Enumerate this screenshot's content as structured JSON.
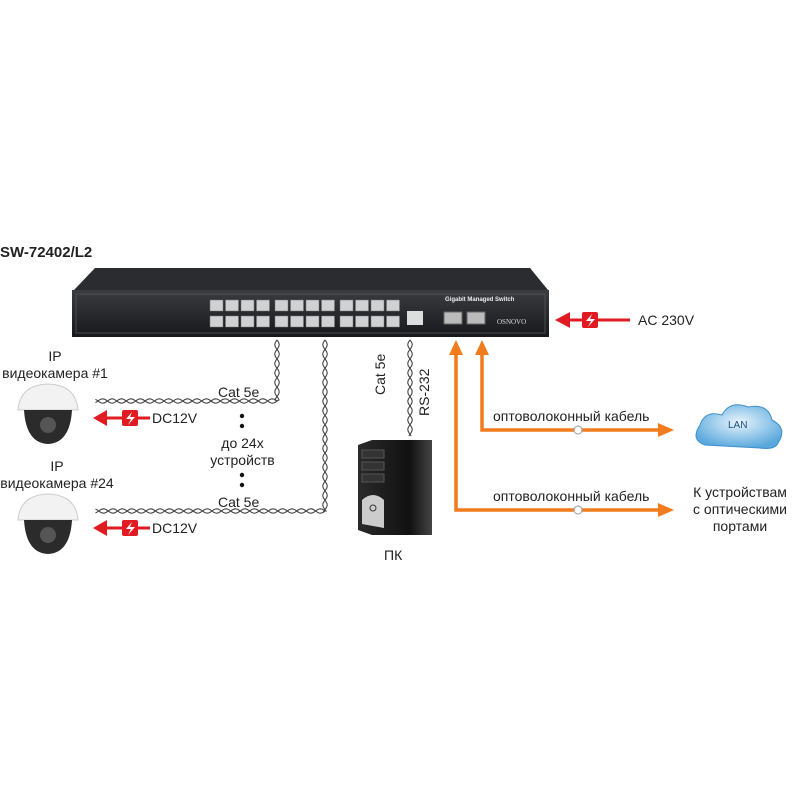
{
  "title": "SW-72402/L2",
  "switch": {
    "label": "Gigabit Managed Switch",
    "brand": "OSNOVO"
  },
  "power": {
    "ac": "AC 230V",
    "dc1": "DC12V",
    "dc2": "DC12V"
  },
  "camera1": {
    "line1": "IP",
    "line2": "видеокамера #1"
  },
  "camera24": {
    "line1": "IP",
    "line2": "видеокамера #24"
  },
  "cable1": "Cat 5e",
  "cable2": "Cat 5e",
  "count": {
    "line1": "до 24х",
    "line2": "устройств"
  },
  "pc": {
    "label": "ПК",
    "cable1": "Cat 5e",
    "cable2": "RS-232"
  },
  "fiber1": "оптоволоконный кабель",
  "fiber2": "оптоволоконный кабель",
  "lan": "LAN",
  "optical": {
    "line1": "К устройствам",
    "line2": "с оптическими",
    "line3": "портами"
  },
  "colors": {
    "fiber": "#f07c1e",
    "power": "#e01b22",
    "switch": "#1f2124"
  }
}
